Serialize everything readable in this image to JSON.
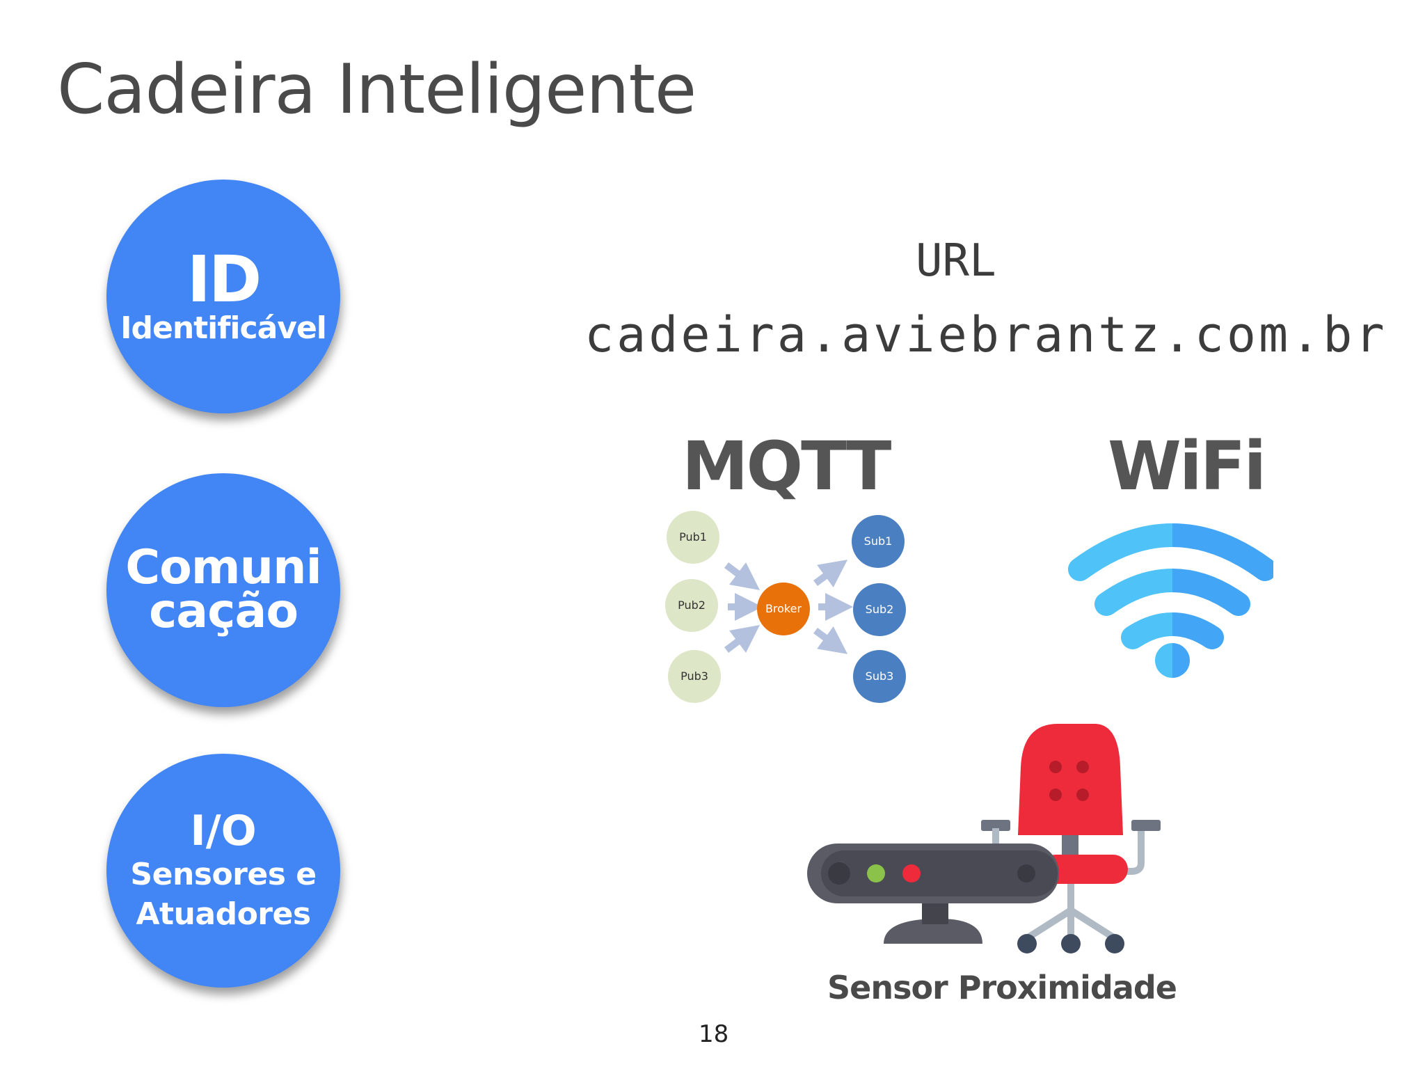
{
  "slide": {
    "title": "Cadeira Inteligente",
    "page_number": "18"
  },
  "circles": {
    "id": {
      "big": "ID",
      "small": "Identificável"
    },
    "comunicacao": {
      "line1": "Comuni",
      "line2": "cação"
    },
    "io": {
      "big": "I/O",
      "line1": "Sensores e",
      "line2": "Atuadores"
    }
  },
  "url": {
    "label": "URL",
    "value": "cadeira.aviebrantz.com.br"
  },
  "mqtt": {
    "label": "MQTT",
    "publishers": [
      "Pub1",
      "Pub2",
      "Pub3"
    ],
    "broker": "Broker",
    "subscribers": [
      "Sub1",
      "Sub2",
      "Sub3"
    ]
  },
  "wifi": {
    "label": "WiFi"
  },
  "sensor": {
    "caption": "Sensor Proximidade"
  },
  "colors": {
    "circle_blue": "#4285f4",
    "publisher_node": "#dde6c6",
    "broker_node": "#e8710a",
    "subscriber_node": "#4a7fc1",
    "wifi_light": "#4fc3f7",
    "wifi_dark": "#42a5f5",
    "chair_red": "#ee2b3b",
    "sensor_gray": "#5b5b66"
  }
}
